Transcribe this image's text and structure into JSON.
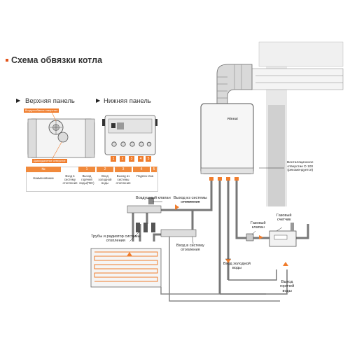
{
  "title": "Схема обвязки котла",
  "panels": {
    "top_label": "Верхняя панель",
    "bottom_label": "Нижняя панель"
  },
  "top_panel_tags": {
    "air_vent": "Воздухообмена отверстие",
    "flue": "Дымоудаление отверстие"
  },
  "bottom_panel_numbers": [
    "1",
    "2",
    "3",
    "4",
    "5"
  ],
  "legend_table": {
    "header_no": "№",
    "header_numbers": [
      "1",
      "2",
      "3",
      "4",
      "5"
    ],
    "row_label": "Наименование",
    "cells": [
      "Вход в систему отопления",
      "Выход горячей воды(ГВС)",
      "Вход холодной воды",
      "Выход из системы отопления",
      "Подача газа"
    ]
  },
  "brand": "Rinnai",
  "labels": {
    "air_valve": "Воздушный клапан",
    "heating_out": "Выход из системы\nотопления",
    "pipes_radiator": "Трубы и радиатор системы\nотопления",
    "heating_in": "Вход в систему\nотопления",
    "cold_water_in": "Вход холодной\nводы",
    "gas_valve": "Газовый\nклапан",
    "gas_meter": "Газовый\nсчетчик",
    "hot_water_out": "Выход\nгорячей\nводы",
    "vent_hole": "Вентиляционное\nотверстие D 100\n(рекомендуется)"
  },
  "colors": {
    "accent": "#f07d2d",
    "line": "#333333",
    "pipe": "#9a9a9a",
    "wall": "#e6e6e6"
  }
}
